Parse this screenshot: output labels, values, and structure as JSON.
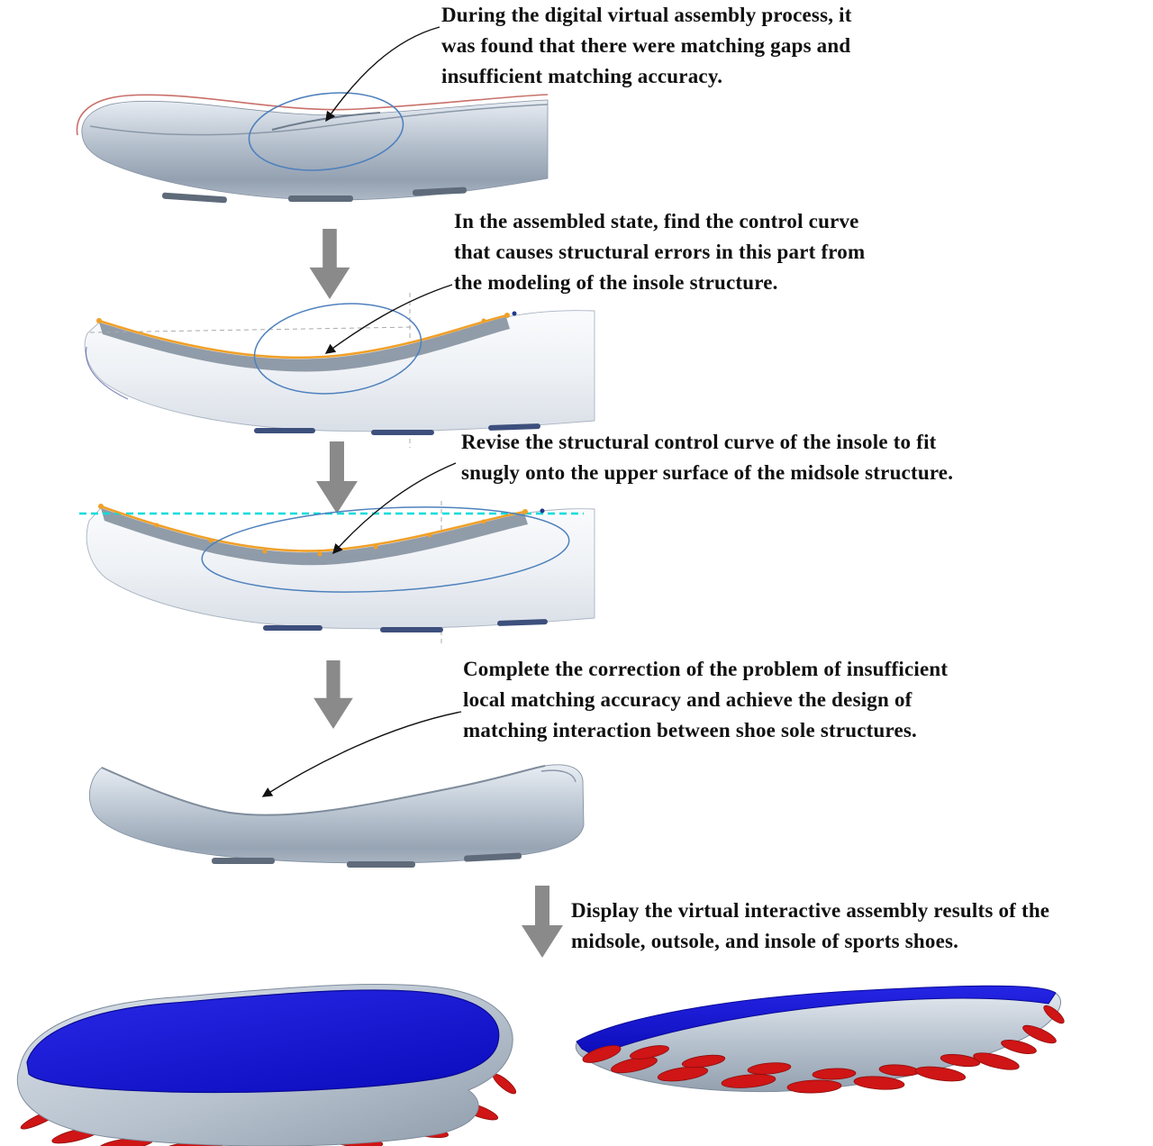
{
  "steps": [
    {
      "caption_lines": [
        "During the digital virtual assembly process, it",
        "was found that there were matching gaps and",
        "insufficient matching accuracy."
      ]
    },
    {
      "caption_lines": [
        "In the assembled state, find the control curve",
        "that causes structural errors in this part from",
        "the modeling of the insole structure."
      ]
    },
    {
      "caption_lines": [
        "Revise the structural control curve of the insole to fit",
        "snugly onto the upper surface of the midsole structure."
      ]
    },
    {
      "caption_lines": [
        "Complete the correction of the problem of insufficient",
        "local matching accuracy and achieve the design of",
        "matching interaction between shoe sole structures."
      ]
    },
    {
      "caption_lines": [
        "Display the virtual interactive assembly results of the",
        "midsole, outsole, and insole of sports shoes."
      ]
    }
  ],
  "colors": {
    "flow_arrow_gray": "#8a8a8a",
    "annotation_line_black": "#111111",
    "highlight_ellipse_blue": "#4f81bd",
    "control_curve_orange": "#f0a028",
    "insole_top_blue": "#1414dd",
    "outsole_red": "#cf1515",
    "guide_dashed_cyan": "#00dcdc",
    "sole_body_silver": "#b4bfcc",
    "sole_body_white": "#eef1f5",
    "gap_outline_red": "#c9706a"
  }
}
